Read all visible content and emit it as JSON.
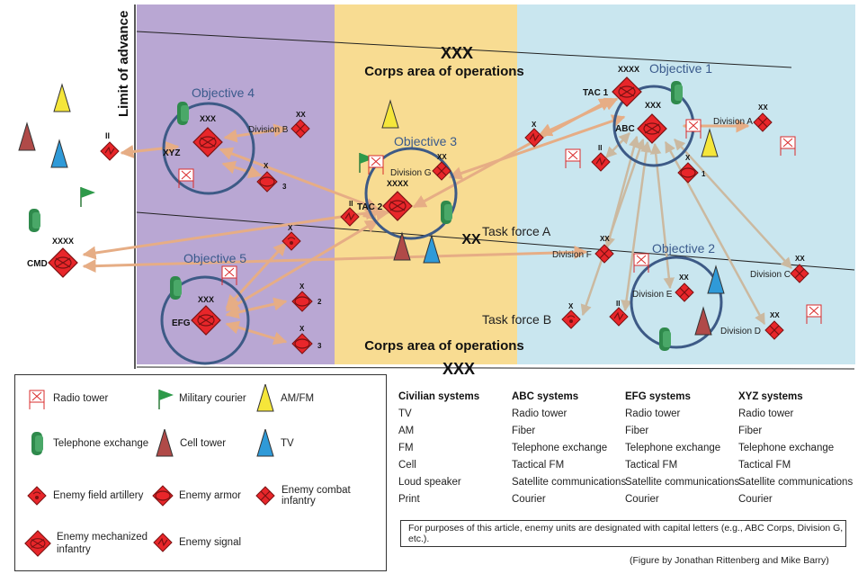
{
  "colors": {
    "purple_zone": "#b9a7d3",
    "yellow_zone": "#f8dc92",
    "blue_zone": "#c9e6ef",
    "enemy_red": "#e8262a",
    "arrow": "#e6ad85",
    "objective_circle": "#3d5a86",
    "radio_red": "#d92b2b",
    "courier_green": "#2e9a4a",
    "amfm_yellow": "#f5e63a",
    "cell_brown": "#b04a48",
    "tv_blue": "#2f9ad8",
    "phone_green": "#2f8a4c"
  },
  "zones": {
    "xxx_top": "XXX",
    "corps_area_top": "Corps area of operations",
    "xxx_bottom": "XXX",
    "corps_area_bottom": "Corps area of operations",
    "limit_of_advance": "Limit of advance",
    "xx_center": "XX"
  },
  "objectives": {
    "objective1": "Objective 1",
    "objective2": "Objective 2",
    "objective3": "Objective 3",
    "objective4": "Objective 4",
    "objective5": "Objective 5"
  },
  "units": {
    "tac1": "TAC 1",
    "tac1_echelon": "XXXX",
    "abc": "ABC",
    "abc_echelon": "XXX",
    "division_a": "Division A",
    "division_a_echelon": "XX",
    "div_b": "Division B",
    "div_b_echelon": "XX",
    "xyz": "XYZ",
    "xyz_echelon": "XXX",
    "div_g": "Division G",
    "div_g_echelon": "XX",
    "tac2": "TAC 2",
    "tac2_echelon": "XXXX",
    "efg": "EFG",
    "efg_echelon": "XXX",
    "cmd": "CMD",
    "cmd_echelon": "XXXX",
    "division_f": "Division F",
    "division_f_echelon": "XX",
    "division_c": "Division C",
    "division_c_echelon": "XX",
    "division_d": "Division D",
    "division_d_echelon": "XX",
    "division_e": "Division E",
    "division_e_echelon": "XX",
    "task_force_a": "Task force A",
    "task_force_b": "Task force B",
    "ii": "II",
    "x": "X",
    "num1": "1",
    "num2": "2",
    "num3": "3"
  },
  "legend": {
    "radio_tower": "Radio tower",
    "military_courier": "Military courier",
    "am_fm": "AM/FM",
    "telephone_exchange": "Telephone exchange",
    "cell_tower": "Cell tower",
    "tv": "TV",
    "enemy_field_artillery": "Enemy field artillery",
    "enemy_armor": "Enemy armor",
    "enemy_combat_infantry": "Enemy combat infantry",
    "enemy_mechanized_infantry": "Enemy mechanized infantry",
    "enemy_signal": "Enemy signal"
  },
  "systems": [
    {
      "title": "Civilian systems",
      "items": [
        "TV",
        "AM",
        "FM",
        "Cell",
        "Loud speaker",
        "Print"
      ]
    },
    {
      "title": "ABC systems",
      "items": [
        "Radio tower",
        "Fiber",
        "Telephone exchange",
        "Tactical FM",
        "Satellite communications",
        "Courier"
      ]
    },
    {
      "title": "EFG systems",
      "items": [
        "Radio tower",
        "Fiber",
        "Telephone exchange",
        "Tactical FM",
        "Satellite communications",
        "Courier"
      ]
    },
    {
      "title": "XYZ systems",
      "items": [
        "Radio tower",
        "Fiber",
        "Telephone exchange",
        "Tactical FM",
        "Satellite communications",
        "Courier"
      ]
    }
  ],
  "note": "For purposes of this article, enemy units are designated with capital letters (e.g., ABC Corps, Division G, etc.).",
  "credit": "(Figure by Jonathan Rittenberg and Mike Barry)"
}
